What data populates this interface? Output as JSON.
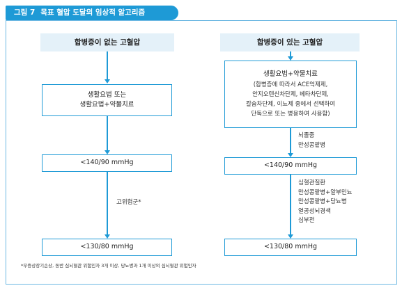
{
  "title": {
    "figure_label": "그림 7",
    "text": "목표 혈압 도달의 임상적 알고리즘"
  },
  "left": {
    "header": "합병증이 없는 고혈압",
    "box1": [
      "생활요법 또는",
      "생활요법+약물치료"
    ],
    "box2": "<140/90 mmHg",
    "side_label": "고위험군*",
    "box3": "<130/80 mmHg"
  },
  "right": {
    "header": "합병증이 있는 고혈압",
    "box1_main": "생활요법+약물치료",
    "box1_sub": [
      "(합병증에 따라서 ACE억제제,",
      "안지오텐신차단제, 베타차단제,",
      "칼슘차단제, 이뇨제 중에서 선택하여",
      "단독으로 또는 병용하여 사용함)"
    ],
    "side_label1": [
      "뇌졸중",
      "만성콩팥병"
    ],
    "box2": "<140/90 mmHg",
    "side_label2": [
      "심혈관질환",
      "만성콩팥병+알부민뇨",
      "만성콩팥병+당뇨병",
      "열공성뇌경색",
      "심부전"
    ],
    "box3": "<130/80 mmHg"
  },
  "footnote": "*무증상장기손상, 동반 심뇌혈관 위험인자 3개 이상, 당뇨병과 1개 이상의 심뇌혈관 위험인자",
  "colors": {
    "accent": "#1e9ad6",
    "header_bg": "#e4f1f9",
    "frame": "#6cb8e2"
  }
}
